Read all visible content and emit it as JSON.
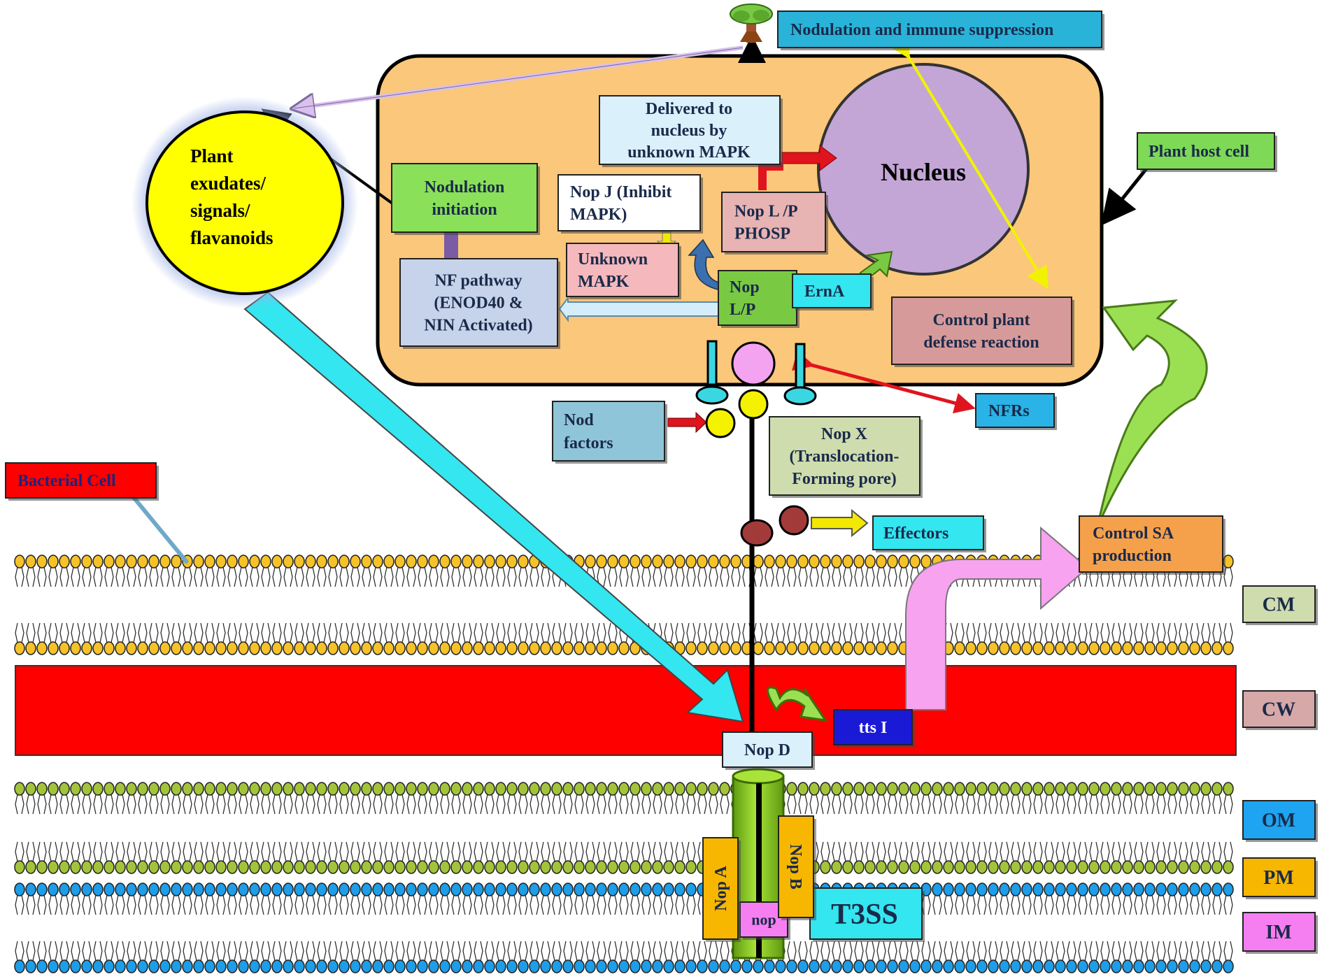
{
  "labels": {
    "nodulation_immune": "Nodulation  and  immune  suppression",
    "plant_host_cell": "Plant host cell",
    "plant_exudates": [
      "Plant",
      "exudates/",
      "signals/",
      "flavanoids"
    ],
    "delivered": [
      "Delivered  to",
      "nucleus by",
      "unknown  MAPK"
    ],
    "nucleus": "Nucleus",
    "nodulation_initiation": [
      "Nodulation",
      "initiation"
    ],
    "nopj": [
      "Nop  J (Inhibit",
      "MAPK)"
    ],
    "noplp_phosp": [
      "Nop  L /P",
      "PHOSP"
    ],
    "unknown_mapk": [
      "Unknown",
      "MAPK"
    ],
    "nop_lp": [
      "Nop",
      "L/P"
    ],
    "erna": "ErnA",
    "control_defense": [
      "Control  plant",
      "defense  reaction"
    ],
    "nf_pathway": [
      "NF  pathway",
      "(ENOD40  &",
      "NIN  Activated)"
    ],
    "nod_factors": [
      "Nod",
      "factors"
    ],
    "nfrs": "NFRs",
    "nopx": [
      "Nop  X",
      "(Translocation-",
      "Forming  pore)"
    ],
    "bacterial_cell": "Bacterial Cell",
    "effectors": "Effectors",
    "control_sa": [
      "Control  SA",
      "production"
    ],
    "cm": "CM",
    "cw": "CW",
    "om": "OM",
    "pm": "PM",
    "im": "IM",
    "tts1": "tts I",
    "nopd": "Nop  D",
    "nopa": "Nop  A",
    "nopb": "Nop  B",
    "nop": "nop",
    "t3ss": "T3SS"
  },
  "colors": {
    "host_cell": "#fbc77a",
    "plant_exudates": "#ffff00",
    "nucleus": "#c3a6d6",
    "cell_wall": "#ff0000",
    "cyan_arrow": "#33e6f0",
    "pink_arrow": "#f7a3f0",
    "green_arrow": "#9be052",
    "lipid_yellow": "#f6c229",
    "lipid_green": "#a3c43a",
    "lipid_blue": "#1e9de8",
    "t3ss_green": "#8ccb1e",
    "nop_orange": "#f7b700"
  },
  "icons": [
    "tree-icon"
  ]
}
